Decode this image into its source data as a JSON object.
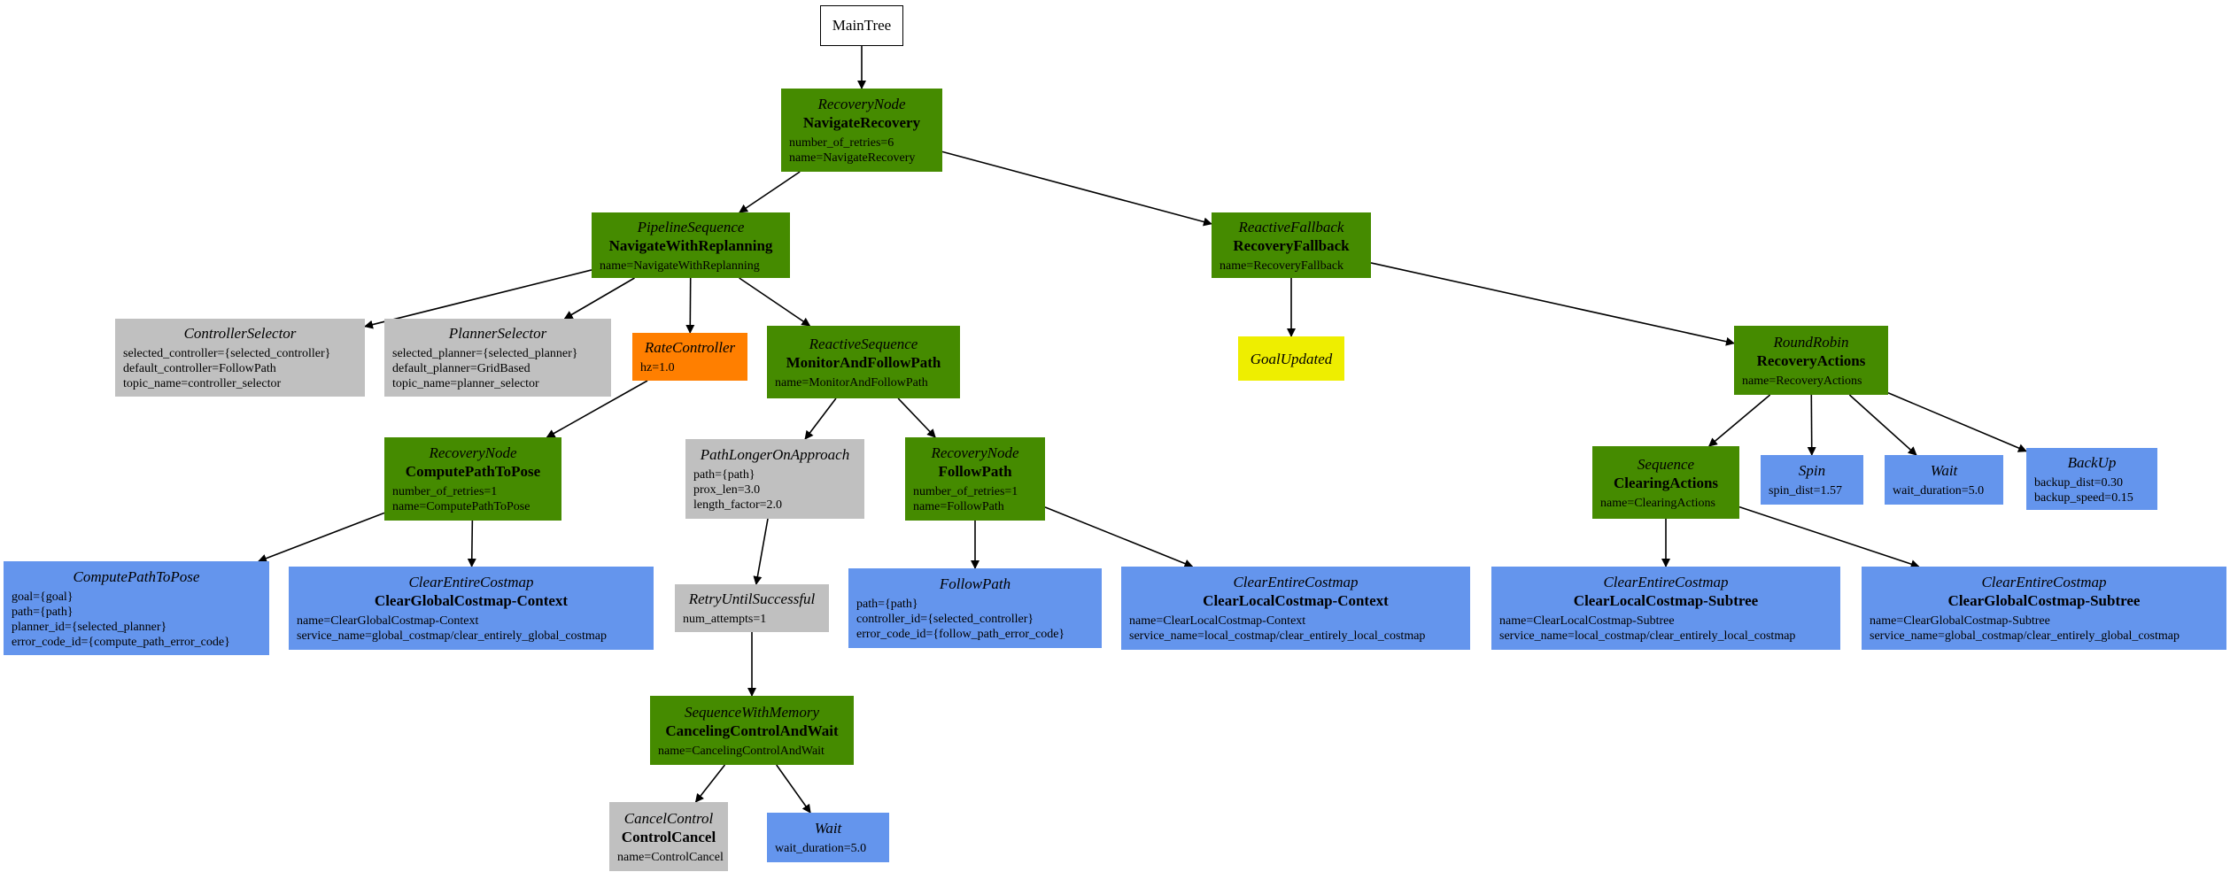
{
  "colors": {
    "control": "#458B00",
    "condition": "#C0C0C0",
    "action": "#6495ED",
    "decorator_rate": "#FF7F00",
    "goal_updated": "#EEEE00",
    "root": "#FFFFFF",
    "edge": "#000000"
  },
  "nodes": [
    {
      "id": "main",
      "kind": "root",
      "name": "MainTree"
    },
    {
      "id": "navrec",
      "kind": "control",
      "type": "RecoveryNode",
      "name": "NavigateRecovery",
      "params": [
        "number_of_retries=6",
        "name=NavigateRecovery"
      ]
    },
    {
      "id": "navrepl",
      "kind": "control",
      "type": "PipelineSequence",
      "name": "NavigateWithReplanning",
      "params": [
        "name=NavigateWithReplanning"
      ]
    },
    {
      "id": "recfb",
      "kind": "control",
      "type": "ReactiveFallback",
      "name": "RecoveryFallback",
      "params": [
        "name=RecoveryFallback"
      ]
    },
    {
      "id": "ctrlsel",
      "kind": "condition",
      "type": "ControllerSelector",
      "name": "",
      "params": [
        "selected_controller={selected_controller}",
        "default_controller=FollowPath",
        "topic_name=controller_selector"
      ]
    },
    {
      "id": "plansel",
      "kind": "condition",
      "type": "PlannerSelector",
      "name": "",
      "params": [
        "selected_planner={selected_planner}",
        "default_planner=GridBased",
        "topic_name=planner_selector"
      ]
    },
    {
      "id": "ratectl",
      "kind": "decorator_rate",
      "type": "RateController",
      "name": "",
      "params": [
        "hz=1.0"
      ]
    },
    {
      "id": "monfollow",
      "kind": "control",
      "type": "ReactiveSequence",
      "name": "MonitorAndFollowPath",
      "params": [
        "name=MonitorAndFollowPath"
      ]
    },
    {
      "id": "goalupd",
      "kind": "goal_updated",
      "type": "GoalUpdated",
      "name": "",
      "params": []
    },
    {
      "id": "recact",
      "kind": "control",
      "type": "RoundRobin",
      "name": "RecoveryActions",
      "params": [
        "name=RecoveryActions"
      ]
    },
    {
      "id": "cptp",
      "kind": "control",
      "type": "RecoveryNode",
      "name": "ComputePathToPose",
      "params": [
        "number_of_retries=1",
        "name=ComputePathToPose"
      ]
    },
    {
      "id": "plonger",
      "kind": "condition",
      "type": "PathLongerOnApproach",
      "name": "",
      "params": [
        "path={path}",
        "prox_len=3.0",
        "length_factor=2.0"
      ]
    },
    {
      "id": "followrec",
      "kind": "control",
      "type": "RecoveryNode",
      "name": "FollowPath",
      "params": [
        "number_of_retries=1",
        "name=FollowPath"
      ]
    },
    {
      "id": "clearing",
      "kind": "control",
      "type": "Sequence",
      "name": "ClearingActions",
      "params": [
        "name=ClearingActions"
      ]
    },
    {
      "id": "spin",
      "kind": "action",
      "type": "Spin",
      "name": "",
      "params": [
        "spin_dist=1.57"
      ]
    },
    {
      "id": "wait1",
      "kind": "action",
      "type": "Wait",
      "name": "",
      "params": [
        "wait_duration=5.0"
      ]
    },
    {
      "id": "backup",
      "kind": "action",
      "type": "BackUp",
      "name": "",
      "params": [
        "backup_dist=0.30",
        "backup_speed=0.15"
      ]
    },
    {
      "id": "cptpact",
      "kind": "action",
      "type": "ComputePathToPose",
      "name": "",
      "params": [
        "goal={goal}",
        "path={path}",
        "planner_id={selected_planner}",
        "error_code_id={compute_path_error_code}"
      ]
    },
    {
      "id": "cgcctx",
      "kind": "action",
      "type": "ClearEntireCostmap",
      "name": "ClearGlobalCostmap-Context",
      "params": [
        "name=ClearGlobalCostmap-Context",
        "service_name=global_costmap/clear_entirely_global_costmap"
      ]
    },
    {
      "id": "retry",
      "kind": "condition",
      "type": "RetryUntilSuccessful",
      "name": "",
      "params": [
        "num_attempts=1"
      ]
    },
    {
      "id": "followact",
      "kind": "action",
      "type": "FollowPath",
      "name": "",
      "params": [
        "path={path}",
        "controller_id={selected_controller}",
        "error_code_id={follow_path_error_code}"
      ]
    },
    {
      "id": "clcctx",
      "kind": "action",
      "type": "ClearEntireCostmap",
      "name": "ClearLocalCostmap-Context",
      "params": [
        "name=ClearLocalCostmap-Context",
        "service_name=local_costmap/clear_entirely_local_costmap"
      ]
    },
    {
      "id": "clcsub",
      "kind": "action",
      "type": "ClearEntireCostmap",
      "name": "ClearLocalCostmap-Subtree",
      "params": [
        "name=ClearLocalCostmap-Subtree",
        "service_name=local_costmap/clear_entirely_local_costmap"
      ]
    },
    {
      "id": "cgcsub",
      "kind": "action",
      "type": "ClearEntireCostmap",
      "name": "ClearGlobalCostmap-Subtree",
      "params": [
        "name=ClearGlobalCostmap-Subtree",
        "service_name=global_costmap/clear_entirely_global_costmap"
      ]
    },
    {
      "id": "seqmem",
      "kind": "control",
      "type": "SequenceWithMemory",
      "name": "CancelingControlAndWait",
      "params": [
        "name=CancelingControlAndWait"
      ]
    },
    {
      "id": "cancelctl",
      "kind": "condition",
      "type": "CancelControl",
      "name": "ControlCancel",
      "params": [
        "name=ControlCancel"
      ]
    },
    {
      "id": "wait2",
      "kind": "action",
      "type": "Wait",
      "name": "",
      "params": [
        "wait_duration=5.0"
      ]
    }
  ],
  "edges": [
    [
      "main",
      "navrec"
    ],
    [
      "navrec",
      "navrepl"
    ],
    [
      "navrec",
      "recfb"
    ],
    [
      "navrepl",
      "ctrlsel"
    ],
    [
      "navrepl",
      "plansel"
    ],
    [
      "navrepl",
      "ratectl"
    ],
    [
      "navrepl",
      "monfollow"
    ],
    [
      "ratectl",
      "cptp"
    ],
    [
      "cptp",
      "cptpact"
    ],
    [
      "cptp",
      "cgcctx"
    ],
    [
      "monfollow",
      "plonger"
    ],
    [
      "monfollow",
      "followrec"
    ],
    [
      "plonger",
      "retry"
    ],
    [
      "retry",
      "seqmem"
    ],
    [
      "seqmem",
      "cancelctl"
    ],
    [
      "seqmem",
      "wait2"
    ],
    [
      "followrec",
      "followact"
    ],
    [
      "followrec",
      "clcctx"
    ],
    [
      "recfb",
      "goalupd"
    ],
    [
      "recfb",
      "recact"
    ],
    [
      "recact",
      "clearing"
    ],
    [
      "recact",
      "spin"
    ],
    [
      "recact",
      "wait1"
    ],
    [
      "recact",
      "backup"
    ],
    [
      "clearing",
      "clcsub"
    ],
    [
      "clearing",
      "cgcsub"
    ]
  ]
}
